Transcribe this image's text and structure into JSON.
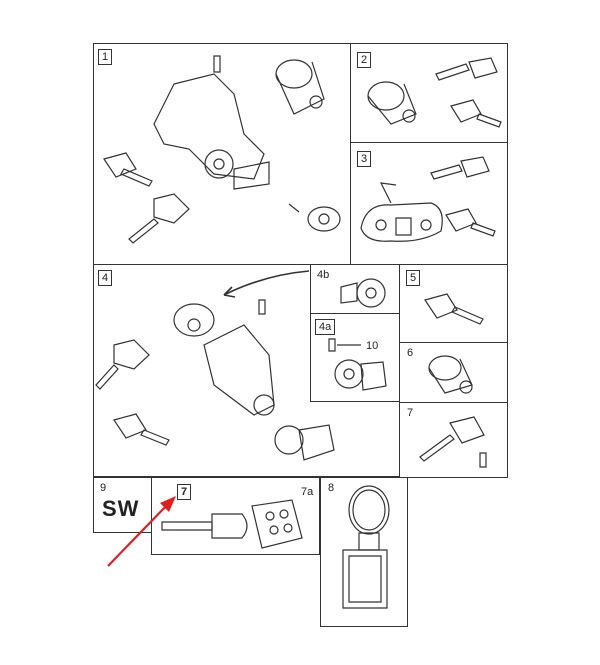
{
  "panels": {
    "p1": {
      "label": "1"
    },
    "p2": {
      "label": "2"
    },
    "p3": {
      "label": "3"
    },
    "p4": {
      "label": "4"
    },
    "p4b": {
      "label": "4b"
    },
    "p4a": {
      "label": "4a",
      "callout": "10"
    },
    "p5": {
      "label": "5"
    },
    "p6": {
      "label": "6"
    },
    "p7": {
      "label": "7"
    },
    "p9": {
      "label": "9",
      "text": "SW"
    },
    "p7a": {
      "label": "7a",
      "highlight": "7"
    },
    "p8": {
      "label": "8"
    }
  },
  "colors": {
    "line": "#333333",
    "arrow": "#e02020",
    "highlight": "#e02020"
  }
}
